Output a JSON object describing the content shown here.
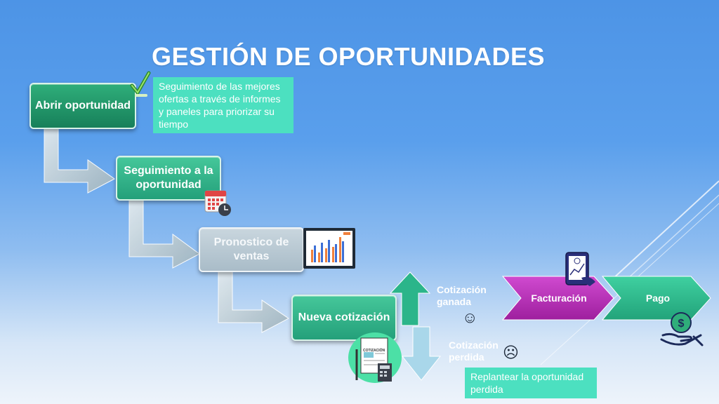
{
  "title": "GESTIÓN DE OPORTUNIDADES",
  "steps": [
    {
      "label": "Abrir oportunidad"
    },
    {
      "label": "Seguimiento a la oportunidad"
    },
    {
      "label": "Pronostico de ventas"
    },
    {
      "label": "Nueva cotización"
    }
  ],
  "notes": {
    "tracking": "Seguimiento de las mejores ofertas a través de informes y paneles para priorizar su tiempo",
    "lost": "Replantear la oportunidad perdida"
  },
  "outcomes": {
    "won": "Cotización ganada",
    "lost": "Cotización perdida",
    "won_face": "☺",
    "lost_face": "☹"
  },
  "chevrons": {
    "invoice": "Facturación",
    "payment": "Pago"
  },
  "document_label": "COTIZACIÓN",
  "colors": {
    "dark_green": "#17805a",
    "teal": "#2bb58a",
    "note": "#4ce0c0",
    "magenta": "#b52fb5",
    "arrow_gray": "#b9c7cf"
  },
  "icons": [
    "check-icon",
    "calendar-clock-icon",
    "chart-monitor-icon",
    "quotation-document-icon",
    "mobile-payment-icon",
    "money-hand-icon"
  ]
}
